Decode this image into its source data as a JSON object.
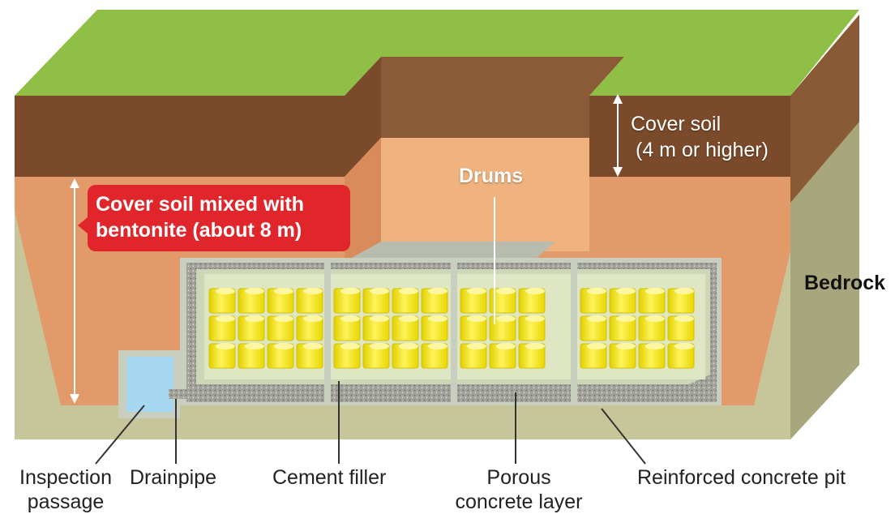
{
  "labels": {
    "cover_soil": "Cover soil",
    "cover_soil_height": "(4 m or higher)",
    "bentonite_line1": "Cover soil mixed with",
    "bentonite_line2": "bentonite (about 8 m)",
    "drums": "Drums",
    "bedrock": "Bedrock",
    "inspection_line1": "Inspection",
    "inspection_line2": "passage",
    "drainpipe": "Drainpipe",
    "cement_filler": "Cement filler",
    "porous_line1": "Porous",
    "porous_line2": "concrete layer",
    "pit": "Reinforced concrete pit"
  },
  "colors": {
    "grass": "#8fbf45",
    "topsoil": "#7a4a2a",
    "clay": "#e39a6a",
    "clay_light": "#f0b27e",
    "bedrock": "#c7c59a",
    "concrete": "#c9cfbf",
    "porous": "#9a9a92",
    "drum": "#f1e51c",
    "inspection": "#a7d8f2",
    "callout": "#e0262b"
  }
}
